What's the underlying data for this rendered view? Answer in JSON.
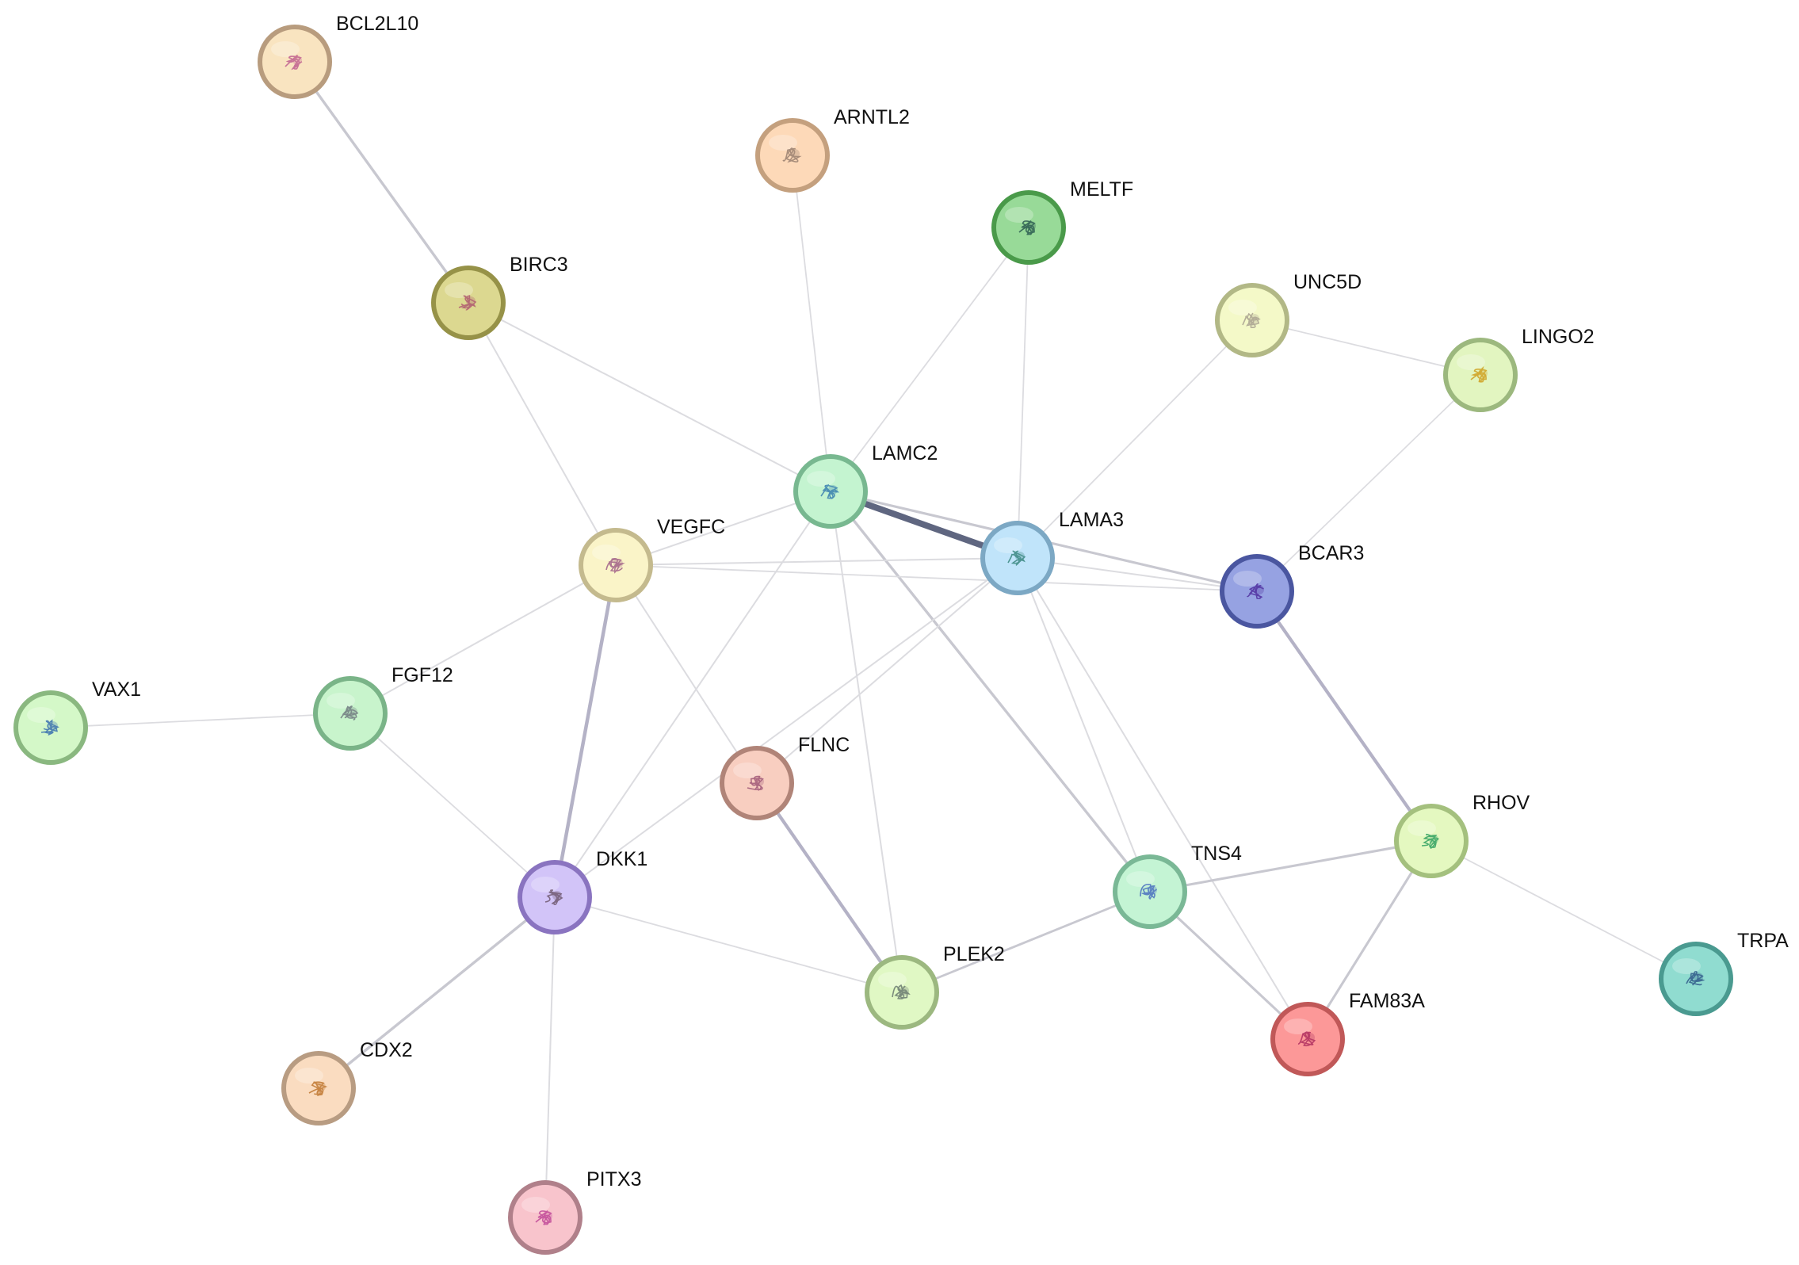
{
  "nodes": [
    {
      "id": "BCL2L10",
      "label": "BCL2L10",
      "fill": "#f9e4c0",
      "stroke": "#b89c7e",
      "glyph": "#c06090",
      "icon": "protein-structure-icon"
    },
    {
      "id": "ARNTL2",
      "label": "ARNTL2",
      "fill": "#fdd9b8",
      "stroke": "#c4a07e",
      "glyph": "#9a8070",
      "icon": "protein-structure-icon"
    },
    {
      "id": "MELTF",
      "label": "MELTF",
      "fill": "#98da98",
      "stroke": "#4a9a4a",
      "glyph": "#2a5a50",
      "icon": "protein-structure-icon"
    },
    {
      "id": "BIRC3",
      "label": "BIRC3",
      "fill": "#dcd890",
      "stroke": "#969248",
      "glyph": "#b05a70",
      "icon": "protein-structure-icon"
    },
    {
      "id": "UNC5D",
      "label": "UNC5D",
      "fill": "#f4f9c8",
      "stroke": "#b2b886",
      "glyph": "#a8a090",
      "icon": "protein-structure-icon"
    },
    {
      "id": "LINGO2",
      "label": "LINGO2",
      "fill": "#e2f5c0",
      "stroke": "#9cb87e",
      "glyph": "#d0a020",
      "icon": "protein-structure-icon"
    },
    {
      "id": "LAMC2",
      "label": "LAMC2",
      "fill": "#c4f4d0",
      "stroke": "#78b890",
      "glyph": "#3a80b0",
      "icon": "protein-structure-icon"
    },
    {
      "id": "LAMA3",
      "label": "LAMA3",
      "fill": "#c0e4fa",
      "stroke": "#7ca8c4",
      "glyph": "#3a8880",
      "icon": "protein-structure-icon"
    },
    {
      "id": "VEGFC",
      "label": "VEGFC",
      "fill": "#faf4c8",
      "stroke": "#c4ba8e",
      "glyph": "#a06088",
      "icon": "protein-structure-icon"
    },
    {
      "id": "BCAR3",
      "label": "BCAR3",
      "fill": "#96a2e2",
      "stroke": "#4a56a0",
      "glyph": "#5030a0",
      "icon": "protein-structure-icon"
    },
    {
      "id": "VAX1",
      "label": "VAX1",
      "fill": "#d4f8c8",
      "stroke": "#8ab880",
      "glyph": "#3a70b0",
      "icon": "protein-structure-icon"
    },
    {
      "id": "FGF12",
      "label": "FGF12",
      "fill": "#c8f4cc",
      "stroke": "#7ab488",
      "glyph": "#707a80",
      "icon": "protein-structure-icon"
    },
    {
      "id": "FLNC",
      "label": "FLNC",
      "fill": "#f8cec0",
      "stroke": "#b08478",
      "glyph": "#a05878",
      "icon": "protein-structure-icon"
    },
    {
      "id": "RHOV",
      "label": "RHOV",
      "fill": "#e4f8c0",
      "stroke": "#a4c07e",
      "glyph": "#30a060",
      "icon": "protein-structure-icon"
    },
    {
      "id": "DKK1",
      "label": "DKK1",
      "fill": "#d2c4f8",
      "stroke": "#8a74c0",
      "glyph": "#705a70",
      "icon": "protein-structure-icon"
    },
    {
      "id": "TNS4",
      "label": "TNS4",
      "fill": "#c4f4d4",
      "stroke": "#7ab896",
      "glyph": "#4a70c0",
      "icon": "protein-structure-icon"
    },
    {
      "id": "PLEK2",
      "label": "PLEK2",
      "fill": "#e0f8c4",
      "stroke": "#9cb880",
      "glyph": "#6a7a70",
      "icon": "protein-structure-icon"
    },
    {
      "id": "TRPA",
      "label": "TRPA",
      "fill": "#90dcd0",
      "stroke": "#4a9a90",
      "glyph": "#305a8a",
      "icon": "protein-structure-icon"
    },
    {
      "id": "FAM83A",
      "label": "FAM83A",
      "fill": "#fc9898",
      "stroke": "#c05858",
      "glyph": "#b03060",
      "icon": "protein-structure-icon"
    },
    {
      "id": "CDX2",
      "label": "CDX2",
      "fill": "#fadcc0",
      "stroke": "#b89c82",
      "glyph": "#c07830",
      "icon": "protein-structure-icon"
    },
    {
      "id": "PITX3",
      "label": "PITX3",
      "fill": "#f8c4cc",
      "stroke": "#b0808a",
      "glyph": "#c04898",
      "icon": "protein-structure-icon"
    }
  ],
  "edges": [
    {
      "source": "BCL2L10",
      "target": "BIRC3",
      "strength": 0.35
    },
    {
      "source": "BIRC3",
      "target": "LAMC2",
      "strength": 0.15
    },
    {
      "source": "BIRC3",
      "target": "VEGFC",
      "strength": 0.15
    },
    {
      "source": "ARNTL2",
      "target": "LAMC2",
      "strength": 0.12
    },
    {
      "source": "MELTF",
      "target": "LAMC2",
      "strength": 0.12
    },
    {
      "source": "MELTF",
      "target": "LAMA3",
      "strength": 0.12
    },
    {
      "source": "UNC5D",
      "target": "LINGO2",
      "strength": 0.12
    },
    {
      "source": "UNC5D",
      "target": "LAMA3",
      "strength": 0.12
    },
    {
      "source": "LINGO2",
      "target": "BCAR3",
      "strength": 0.1
    },
    {
      "source": "LAMC2",
      "target": "LAMA3",
      "strength": 1.0
    },
    {
      "source": "LAMC2",
      "target": "VEGFC",
      "strength": 0.15
    },
    {
      "source": "LAMC2",
      "target": "BCAR3",
      "strength": 0.3
    },
    {
      "source": "LAMC2",
      "target": "DKK1",
      "strength": 0.15
    },
    {
      "source": "LAMC2",
      "target": "TNS4",
      "strength": 0.35
    },
    {
      "source": "LAMC2",
      "target": "PLEK2",
      "strength": 0.15
    },
    {
      "source": "LAMA3",
      "target": "VEGFC",
      "strength": 0.15
    },
    {
      "source": "LAMA3",
      "target": "BCAR3",
      "strength": 0.15
    },
    {
      "source": "LAMA3",
      "target": "FLNC",
      "strength": 0.15
    },
    {
      "source": "LAMA3",
      "target": "DKK1",
      "strength": 0.15
    },
    {
      "source": "LAMA3",
      "target": "TNS4",
      "strength": 0.15
    },
    {
      "source": "LAMA3",
      "target": "FAM83A",
      "strength": 0.15
    },
    {
      "source": "VEGFC",
      "target": "BCAR3",
      "strength": 0.12
    },
    {
      "source": "VEGFC",
      "target": "FGF12",
      "strength": 0.15
    },
    {
      "source": "VEGFC",
      "target": "FLNC",
      "strength": 0.15
    },
    {
      "source": "VEGFC",
      "target": "DKK1",
      "strength": 0.5
    },
    {
      "source": "BCAR3",
      "target": "RHOV",
      "strength": 0.45
    },
    {
      "source": "VAX1",
      "target": "FGF12",
      "strength": 0.12
    },
    {
      "source": "FGF12",
      "target": "DKK1",
      "strength": 0.12
    },
    {
      "source": "FLNC",
      "target": "PLEK2",
      "strength": 0.45
    },
    {
      "source": "DKK1",
      "target": "PLEK2",
      "strength": 0.12
    },
    {
      "source": "DKK1",
      "target": "CDX2",
      "strength": 0.35
    },
    {
      "source": "DKK1",
      "target": "PITX3",
      "strength": 0.15
    },
    {
      "source": "TNS4",
      "target": "RHOV",
      "strength": 0.3
    },
    {
      "source": "TNS4",
      "target": "PLEK2",
      "strength": 0.25
    },
    {
      "source": "TNS4",
      "target": "FAM83A",
      "strength": 0.3
    },
    {
      "source": "RHOV",
      "target": "FAM83A",
      "strength": 0.3
    },
    {
      "source": "RHOV",
      "target": "TRPA",
      "strength": 0.12
    }
  ]
}
